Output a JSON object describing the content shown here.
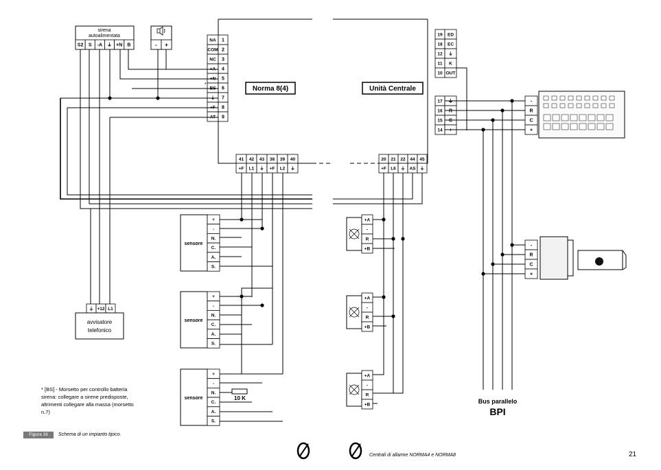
{
  "siren": {
    "title_line1": "sirena",
    "title_line2": "autoalimentata",
    "terminals": [
      "S2",
      "S",
      "-A",
      "⏚",
      "+N",
      "B"
    ]
  },
  "speaker": {
    "terminals": [
      "-",
      "+"
    ]
  },
  "norma_panel": {
    "label": "Norma 8(4)",
    "terminals": [
      {
        "name": "NA",
        "num": "1"
      },
      {
        "name": "COM",
        "num": "2"
      },
      {
        "name": "NC",
        "num": "3"
      },
      {
        "name": "+A",
        "num": "4"
      },
      {
        "name": "+N",
        "num": "5"
      },
      {
        "name": "BS",
        "num": "6"
      },
      {
        "name": "⏚",
        "num": "7"
      },
      {
        "name": "+F",
        "num": "8"
      },
      {
        "name": "AT",
        "num": "9"
      }
    ],
    "bs_marker": "*",
    "bottom_nums": [
      "41",
      "42",
      "43",
      "38",
      "39",
      "40"
    ],
    "bottom_names": [
      "+F",
      "L1",
      "⏚",
      "+F",
      "L2",
      "⏚"
    ]
  },
  "central_unit": {
    "label": "Unità Centrale",
    "top_terminals": [
      {
        "num": "19",
        "name": "ED"
      },
      {
        "num": "18",
        "name": "EC"
      },
      {
        "num": "12",
        "name": "⏚"
      },
      {
        "num": "11",
        "name": "K"
      },
      {
        "num": "10",
        "name": "OUT"
      }
    ],
    "bus_terminals": [
      {
        "num": "17",
        "name": "⏚"
      },
      {
        "num": "16",
        "name": "R"
      },
      {
        "num": "15",
        "name": "C"
      },
      {
        "num": "14",
        "name": "+"
      }
    ],
    "bottom_nums": [
      "20",
      "21",
      "22",
      "44",
      "45"
    ],
    "bottom_names": [
      "+F",
      "L6",
      "⏚",
      "AS",
      "⏚"
    ]
  },
  "keypad": {
    "terminals": [
      "-",
      "R",
      "C",
      "+"
    ]
  },
  "reader": {
    "terminals": [
      "-",
      "R",
      "C",
      "+"
    ]
  },
  "sensors": [
    {
      "label": "sensore",
      "terminals": [
        "+",
        "-",
        "N.",
        "C.",
        "A.",
        "S."
      ]
    },
    {
      "label": "sensore",
      "terminals": [
        "+",
        "-",
        "N.",
        "C.",
        "A.",
        "S."
      ]
    },
    {
      "label": "sensore",
      "terminals": [
        "+",
        "-",
        "N.",
        "C.",
        "A.",
        "S."
      ],
      "resistor_label": "10 K"
    }
  ],
  "detectors": [
    {
      "terminals": [
        "+A",
        "-",
        "R",
        "+B"
      ]
    },
    {
      "terminals": [
        "+A",
        "-",
        "R",
        "+B"
      ]
    },
    {
      "terminals": [
        "+A",
        "-",
        "R",
        "+B"
      ]
    }
  ],
  "dialer": {
    "label_line1": "avvisatore",
    "label_line2": "telefonico",
    "terminals": [
      "⏚",
      "+12",
      "L1"
    ]
  },
  "bus": {
    "label_line1": "Bus parallelo",
    "label_line2": "BPI"
  },
  "footnote": {
    "line1": "* [BS] - Morsetto per controllo batteria",
    "line2": "sirena: collegare a sirene predisposte,",
    "line3": "altrimenti collegare alla massa (morsetto",
    "line4": "n.7)"
  },
  "figure": {
    "tag": "Figura 16",
    "caption": "Schema di un impianto tipico."
  },
  "page": {
    "footer_text": "Centrali di allarme NORMA4 e NORMA8",
    "number": "21"
  }
}
